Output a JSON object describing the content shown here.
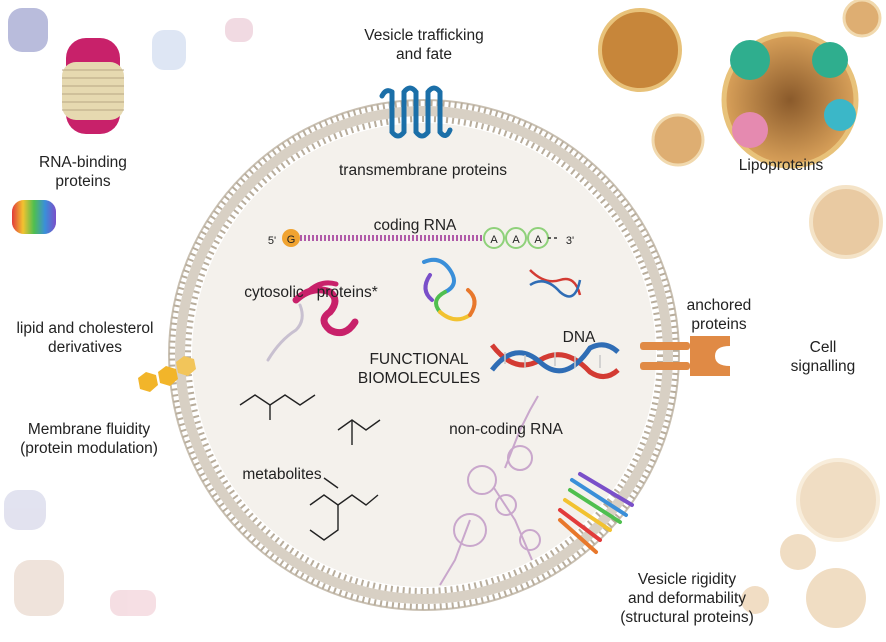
{
  "labels": {
    "vesicle_trafficking": "Vesicle trafficking\nand fate",
    "transmembrane": "transmembrane proteins",
    "rna_binding": "RNA-binding\nproteins",
    "lipoproteins": "Lipoproteins",
    "coding_rna": "coding RNA",
    "five_prime": "5'",
    "three_prime": "3'",
    "cap": "G",
    "polyA": [
      "A",
      "A",
      "A"
    ],
    "cytosolic": "cytosolic   proteins*",
    "dna": "DNA",
    "functional": "FUNCTIONAL\nBIOMOLECULES",
    "anchored": "anchored\nproteins",
    "cell_signalling": "Cell\nsignalling",
    "lipid": "lipid and cholesterol\nderivatives",
    "membrane_fluidity": "Membrane fluidity\n(protein modulation)",
    "metabolites": "metabolites",
    "non_coding": "non-coding RNA",
    "vesicle_rigidity": "Vesicle rigidity\nand deformability\n(structural proteins)"
  },
  "colors": {
    "membrane": "#c9c0b2",
    "vesicle_fill": "#f4f1ec",
    "rna": "#b05aa8",
    "cap": "#f0a330",
    "polyA": "#8fd17a",
    "dna_red": "#d33b33",
    "dna_blue": "#2f6db5",
    "anchored": "#e08a45",
    "lipid": "#f2b52a",
    "transmembrane": "#1b6fa8",
    "cytosolic": "#c8216a"
  }
}
